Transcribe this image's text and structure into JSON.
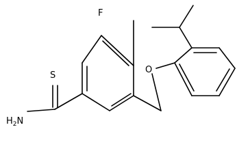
{
  "atom_labels": {
    "sulfur": "S",
    "amide_n": "N",
    "amide_h": "H",
    "amide_h_count": "2",
    "fluorine": "F",
    "oxygen": "O"
  },
  "colors": {
    "bond": "#000000",
    "background": "#ffffff"
  }
}
